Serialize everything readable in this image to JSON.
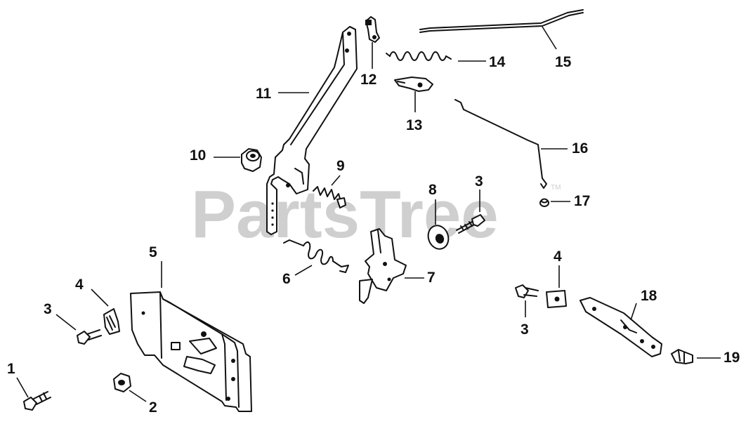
{
  "watermark": {
    "text": "PartsTree",
    "trademark": "TM"
  },
  "callouts": {
    "c1": "1",
    "c2": "2",
    "c3a": "3",
    "c3b": "3",
    "c3c": "3",
    "c4a": "4",
    "c4b": "4",
    "c5": "5",
    "c6": "6",
    "c7": "7",
    "c8": "8",
    "c9": "9",
    "c10": "10",
    "c11": "11",
    "c12": "12",
    "c13": "13",
    "c14": "14",
    "c15": "15",
    "c16": "16",
    "c17": "17",
    "c18": "18",
    "c19": "19"
  }
}
